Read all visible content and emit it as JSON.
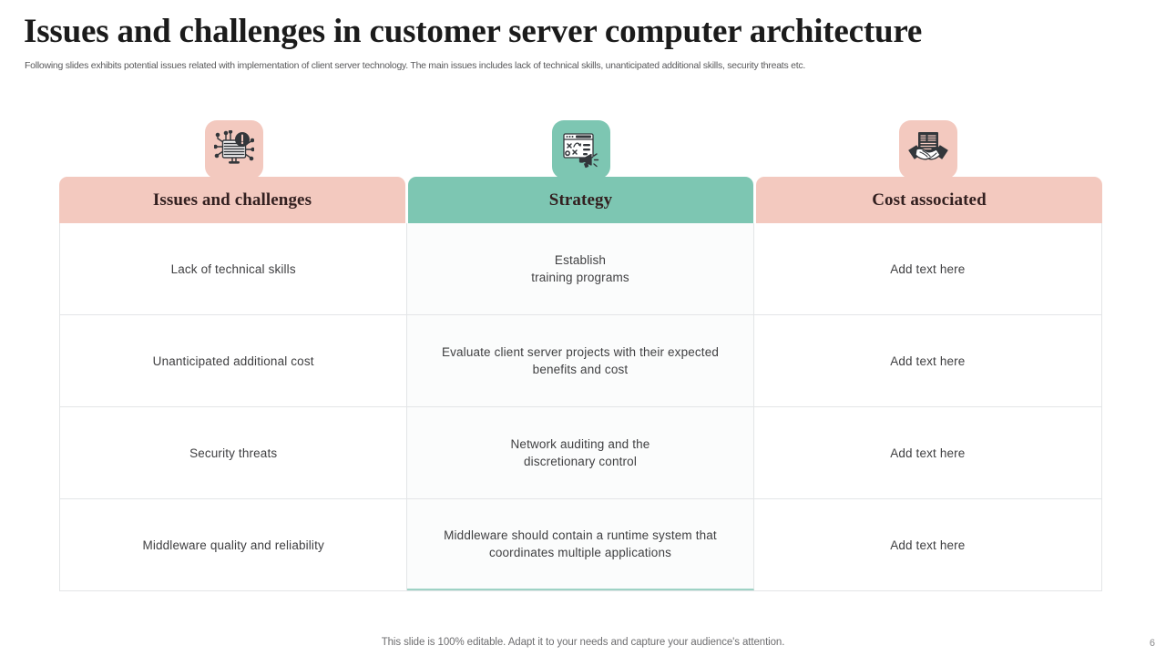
{
  "header": {
    "title": "Issues and challenges in customer server computer architecture",
    "subtitle": "Following slides exhibits potential issues related with implementation of client server technology. The main issues includes lack of technical skills, unanticipated additional skills, security threats etc."
  },
  "icons": [
    {
      "name": "server-warning-icon",
      "badge_color": "#f3c9bf",
      "glyph_color": "#33373b"
    },
    {
      "name": "strategy-board-megaphone-icon",
      "badge_color": "#7dc6b2",
      "glyph_color": "#33373b"
    },
    {
      "name": "handshake-contract-icon",
      "badge_color": "#f3c9bf",
      "glyph_color": "#33373b"
    }
  ],
  "table": {
    "headers": [
      {
        "label": "Issues and challenges",
        "bg": "#f3c9bf"
      },
      {
        "label": "Strategy",
        "bg": "#7dc6b2"
      },
      {
        "label": "Cost associated",
        "bg": "#f3c9bf"
      }
    ],
    "rows": [
      {
        "issue": "Lack of technical skills",
        "strategy_line1": "Establish",
        "strategy_line2": "training programs",
        "cost": "Add text here"
      },
      {
        "issue": "Unanticipated  additional  cost",
        "strategy_line1": "Evaluate client server projects with their expected",
        "strategy_line2": "benefits and cost",
        "cost": "Add text here"
      },
      {
        "issue": "Security threats",
        "strategy_line1": "Network auditing and the",
        "strategy_line2": "discretionary control",
        "cost": "Add text here"
      },
      {
        "issue": "Middleware  quality  and reliability",
        "strategy_line1": "Middleware should contain a runtime system that",
        "strategy_line2": "coordinates multiple applications",
        "cost": "Add text here"
      }
    ]
  },
  "footer": {
    "note": "This slide is 100% editable. Adapt it to your needs and capture your audience's attention.",
    "page_number": "6"
  }
}
